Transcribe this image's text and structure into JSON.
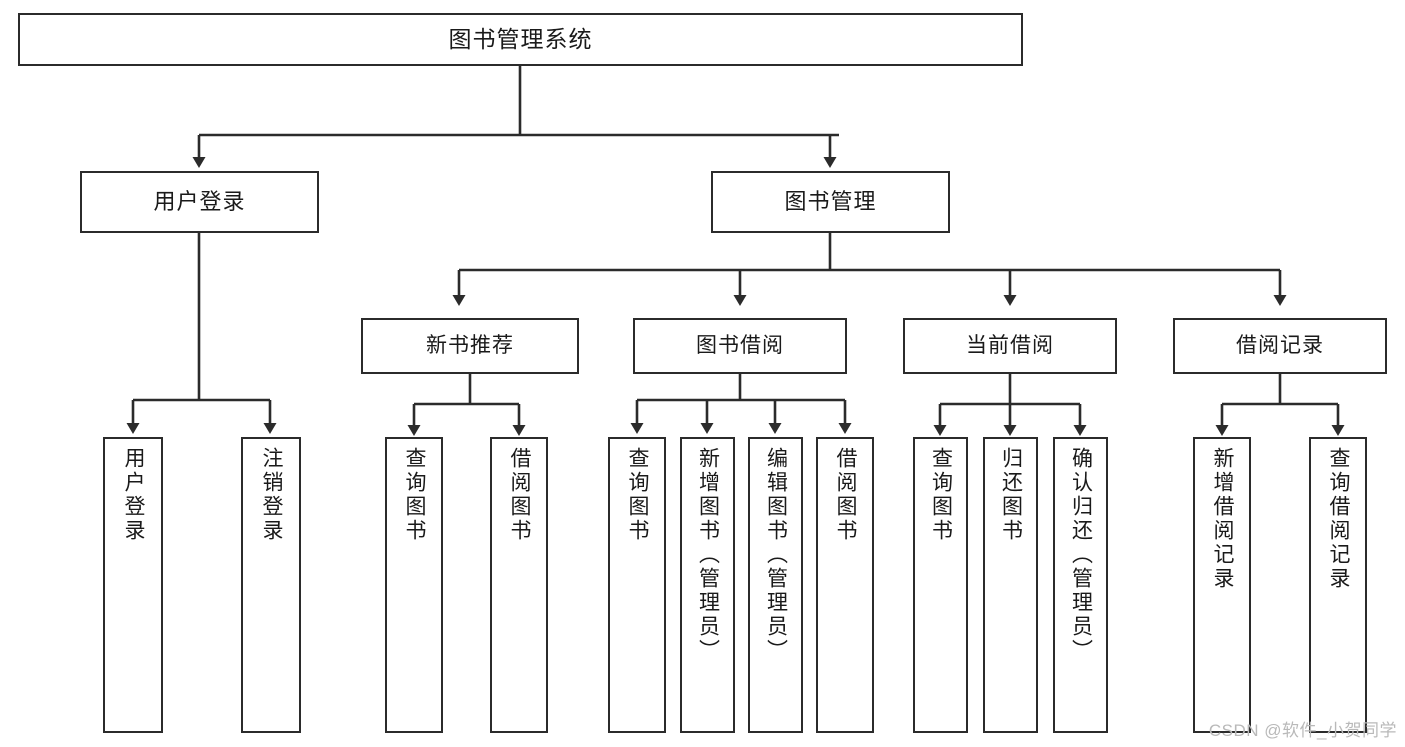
{
  "diagram": {
    "title": "图书管理系统",
    "root": {
      "label": "图书管理系统"
    },
    "level2": [
      {
        "label": "用户登录"
      },
      {
        "label": "图书管理"
      }
    ],
    "level3": [
      {
        "label": "新书推荐"
      },
      {
        "label": "图书借阅"
      },
      {
        "label": "当前借阅"
      },
      {
        "label": "借阅记录"
      }
    ],
    "leaves": {
      "user_login": [
        {
          "label": "用户登录"
        },
        {
          "label": "注销登录"
        }
      ],
      "new_book": [
        {
          "label": "查询图书"
        },
        {
          "label": "借阅图书"
        }
      ],
      "book_borrow": [
        {
          "label": "查询图书"
        },
        {
          "label": "新增图书（管理员）"
        },
        {
          "label": "编辑图书（管理员）"
        },
        {
          "label": "借阅图书"
        }
      ],
      "current_borrow": [
        {
          "label": "查询图书"
        },
        {
          "label": "归还图书"
        },
        {
          "label": "确认归还（管理员）"
        }
      ],
      "borrow_record": [
        {
          "label": "新增借阅记录"
        },
        {
          "label": "查询借阅记录"
        }
      ]
    }
  },
  "watermark": {
    "text": "CSDN @软件_小贺同学"
  },
  "colors": {
    "border": "#2b2b2b",
    "background": "#ffffff",
    "text": "#1a1a1a",
    "watermark": "#b9b9b9"
  }
}
